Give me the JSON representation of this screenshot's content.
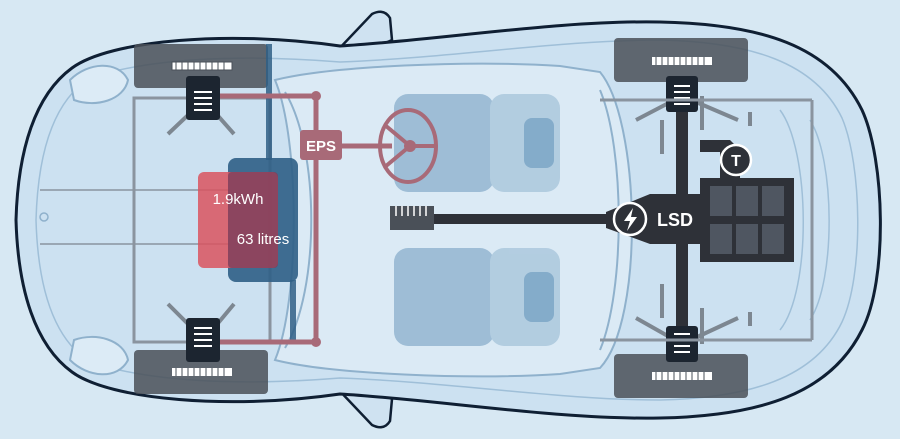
{
  "labels": {
    "battery": "1.9kWh",
    "tank": "63 litres",
    "steering": "EPS",
    "differential": "LSD",
    "turbo": "T"
  },
  "icons": {
    "electric": "lightning-bolt-icon",
    "turbo": "turbo-icon",
    "steering_wheel": "steering-wheel-icon"
  },
  "colors": {
    "background": "#d7e8f3",
    "body_outline": "#0f1f33",
    "body_glass": "#c9dff0",
    "battery": "#d9545f",
    "tank": "#2f5f86",
    "steering_system": "#a86a78",
    "drivetrain": "#2e3138",
    "wheels": "#4a5058",
    "seats": "#8fb3cf"
  }
}
